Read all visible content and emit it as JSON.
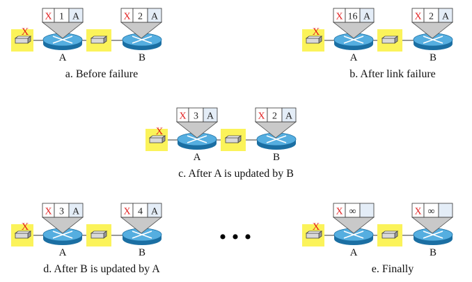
{
  "colors": {
    "highlight": "#fbf35a",
    "router_fill": "#55aee0",
    "router_edge": "#1b6fa3",
    "router_top": "#8fd0f2",
    "label_x": "#e21b1b",
    "table_cell": "#ffffff",
    "table_last_cell": "#e4edf7",
    "funnel": "#c9c9c9",
    "host": "#d9d9d9"
  },
  "panels": [
    {
      "id": "a",
      "caption": "a. Before failure",
      "router_a": "A",
      "router_b": "B",
      "table_a": [
        "X",
        "1",
        "A"
      ],
      "table_b": [
        "X",
        "2",
        "A"
      ],
      "failure_mark": "X"
    },
    {
      "id": "b",
      "caption": "b. After link failure",
      "router_a": "A",
      "router_b": "B",
      "table_a": [
        "X",
        "16",
        "A"
      ],
      "table_b": [
        "X",
        "2",
        "A"
      ],
      "failure_mark": "X"
    },
    {
      "id": "c",
      "caption": "c. After A is updated by B",
      "router_a": "A",
      "router_b": "B",
      "table_a": [
        "X",
        "3",
        "A"
      ],
      "table_b": [
        "X",
        "2",
        "A"
      ],
      "failure_mark": "X"
    },
    {
      "id": "d",
      "caption": "d. After B is updated by A",
      "router_a": "A",
      "router_b": "B",
      "table_a": [
        "X",
        "3",
        "A"
      ],
      "table_b": [
        "X",
        "4",
        "A"
      ],
      "failure_mark": "X"
    },
    {
      "id": "e",
      "caption": "e. Finally",
      "router_a": "A",
      "router_b": "B",
      "table_a": [
        "X",
        "∞",
        ""
      ],
      "table_b": [
        "X",
        "∞",
        ""
      ],
      "failure_mark": "X"
    }
  ],
  "ellipsis": "• • •"
}
